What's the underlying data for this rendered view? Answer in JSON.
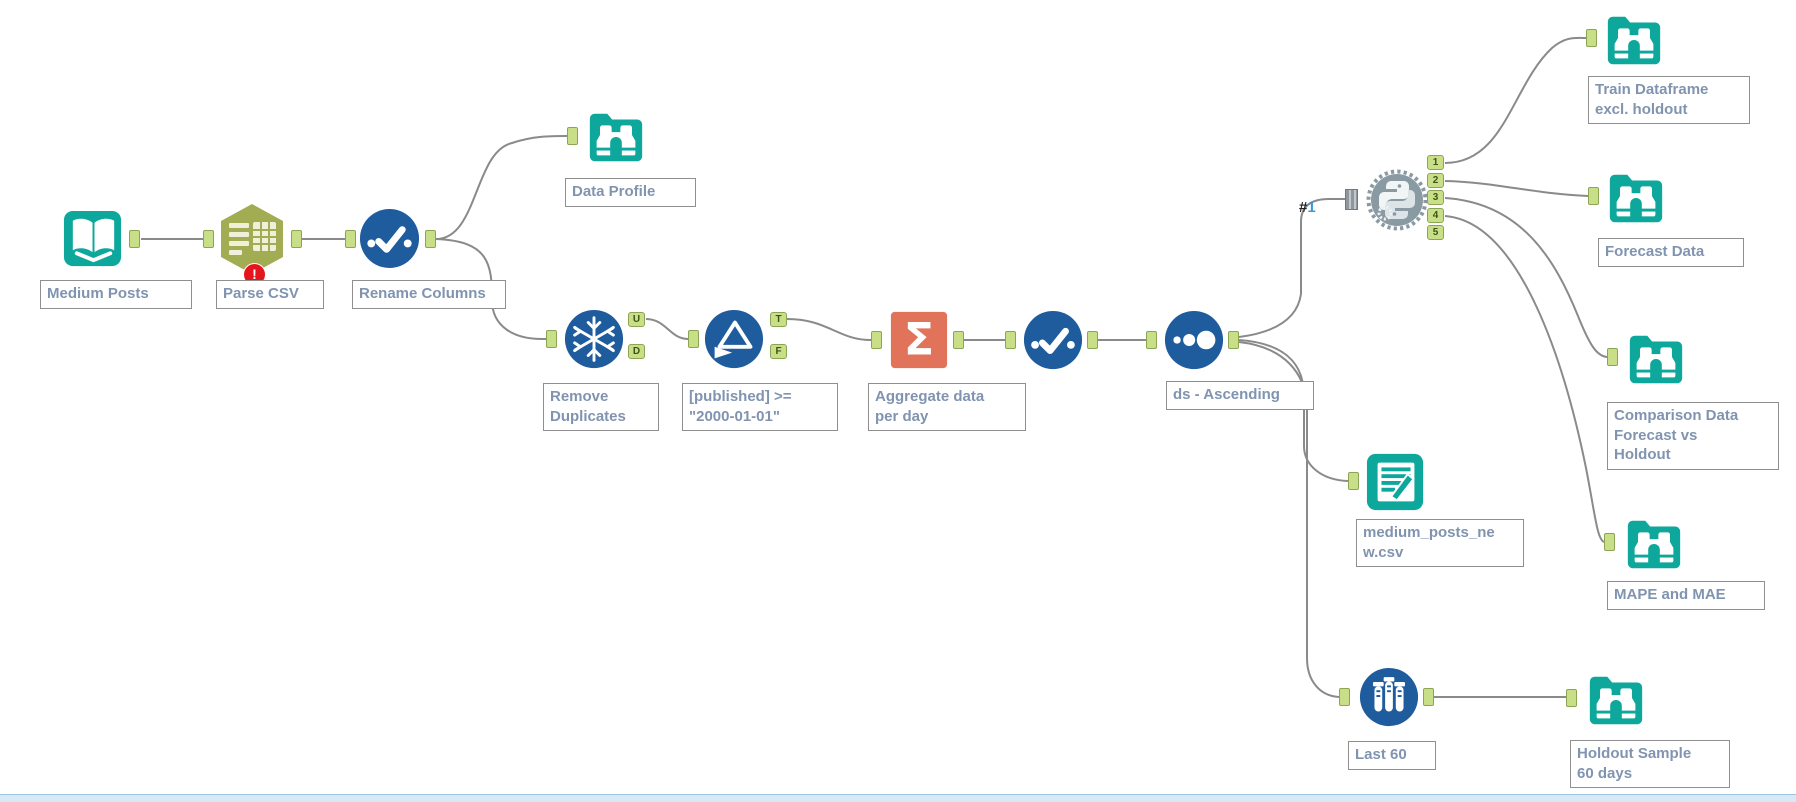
{
  "colors": {
    "teal": "#0ea79c",
    "blue": "#1f5c9e",
    "olive": "#a2ac53",
    "salmon": "#e2735b",
    "python_gray": "#8a9aa3",
    "anchor_green": "#c9df87",
    "anchor_border": "#8ca552",
    "wire_gray": "#8a8a8a",
    "label_text": "#8094b0",
    "error_red": "#e5151e"
  },
  "glyphs": {
    "sigma": "Σ",
    "error_badge": "!"
  },
  "wire_label": {
    "hash": "#",
    "number": "1"
  },
  "nodes": {
    "medium_posts": {
      "label": "Medium Posts",
      "icon": "book-input-icon"
    },
    "parse_csv": {
      "label": "Parse CSV",
      "icon": "list-table-hexagon-icon",
      "badge": "!"
    },
    "rename_columns": {
      "label": "Rename Columns",
      "icon": "checkmark-select-icon"
    },
    "data_profile": {
      "label": "Data Profile",
      "icon": "binoculars-browse-icon"
    },
    "remove_duplicates": {
      "label": "Remove\nDuplicates",
      "icon": "snowflake-unique-icon",
      "out_top": "U",
      "out_bottom": "D"
    },
    "filter_published": {
      "label": "[published] >=\n\"2000-01-01\"",
      "icon": "funnel-filter-icon",
      "out_top": "T",
      "out_bottom": "F"
    },
    "aggregate_per_day": {
      "label": "Aggregate data\nper day",
      "icon": "sigma-summarize-icon"
    },
    "select_fields": {
      "label": "",
      "icon": "checkmark-select-icon"
    },
    "sort_ds": {
      "label": "ds - Ascending",
      "icon": "dots-sort-icon"
    },
    "python_forecast": {
      "icon": "python-gear-icon",
      "outputs": [
        "1",
        "2",
        "3",
        "4",
        "5"
      ]
    },
    "train_browse": {
      "label": "Train Dataframe\nexcl. holdout",
      "icon": "binoculars-browse-icon"
    },
    "forecast_browse": {
      "label": "Forecast Data",
      "icon": "binoculars-browse-icon"
    },
    "comparison_browse": {
      "label": "Comparison Data\nForecast vs\nHoldout",
      "icon": "binoculars-browse-icon"
    },
    "mape_browse": {
      "label": "MAPE and MAE",
      "icon": "binoculars-browse-icon"
    },
    "csv_output": {
      "label": "medium_posts_ne\nw.csv",
      "icon": "page-pencil-output-icon"
    },
    "last_60": {
      "label": "Last 60",
      "icon": "test-tubes-sample-icon"
    },
    "holdout_browse": {
      "label": "Holdout Sample\n60 days",
      "icon": "binoculars-browse-icon"
    }
  },
  "connections": [
    {
      "from": "medium_posts",
      "to": "parse_csv"
    },
    {
      "from": "parse_csv",
      "to": "rename_columns"
    },
    {
      "from": "rename_columns",
      "to": "data_profile"
    },
    {
      "from": "rename_columns",
      "to": "remove_duplicates"
    },
    {
      "from": "remove_duplicates",
      "from_anchor": "U",
      "to": "filter_published"
    },
    {
      "from": "filter_published",
      "from_anchor": "T",
      "to": "aggregate_per_day"
    },
    {
      "from": "aggregate_per_day",
      "to": "select_fields"
    },
    {
      "from": "select_fields",
      "to": "sort_ds"
    },
    {
      "from": "sort_ds",
      "to": "python_forecast",
      "wire_label": "#1"
    },
    {
      "from": "sort_ds",
      "to": "csv_output"
    },
    {
      "from": "sort_ds",
      "to": "last_60"
    },
    {
      "from": "python_forecast",
      "from_anchor": "1",
      "to": "train_browse"
    },
    {
      "from": "python_forecast",
      "from_anchor": "2",
      "to": "forecast_browse"
    },
    {
      "from": "python_forecast",
      "from_anchor": "3",
      "to": "comparison_browse"
    },
    {
      "from": "python_forecast",
      "from_anchor": "4",
      "to": "mape_browse"
    },
    {
      "from": "last_60",
      "to": "holdout_browse"
    }
  ]
}
